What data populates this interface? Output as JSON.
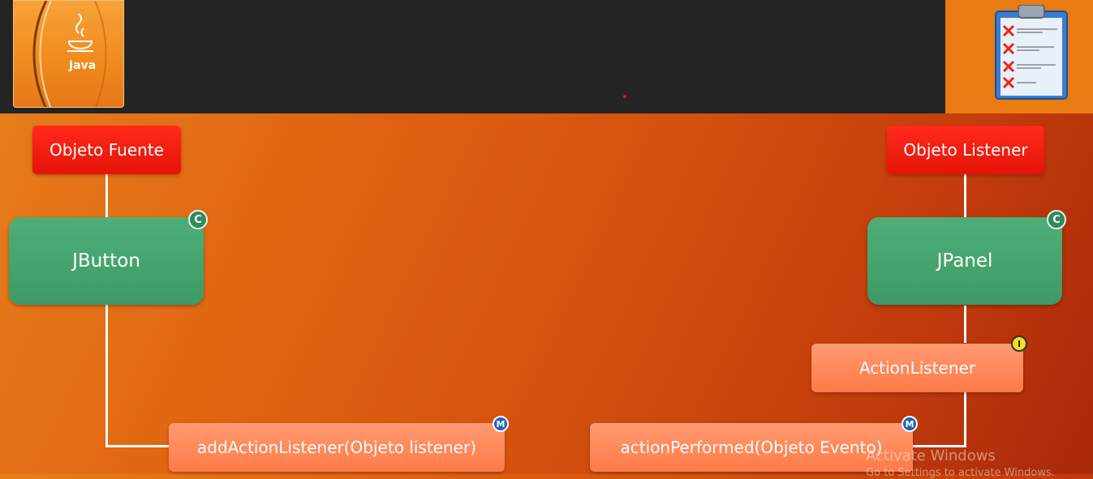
{
  "logo": {
    "text": "Java"
  },
  "nodes": {
    "source_label": "Objeto Fuente",
    "listener_label": "Objeto Listener",
    "jbutton": "JButton",
    "jpanel": "JPanel",
    "action_listener": "ActionListener",
    "add_method": "addActionListener(Objeto listener)",
    "action_performed": "actionPerformed(Objeto Evento)"
  },
  "badges": {
    "class": "C",
    "method": "M",
    "interface": "I"
  },
  "watermark": {
    "title": "Activate Windows",
    "subtitle": "Go to Settings to activate Windows."
  },
  "colors": {
    "header_bg": "#242424",
    "red_box": "#ff2a1a",
    "green_box": "#45a36c",
    "salmon_box": "#ff8a5c",
    "background": "#d4520e"
  }
}
